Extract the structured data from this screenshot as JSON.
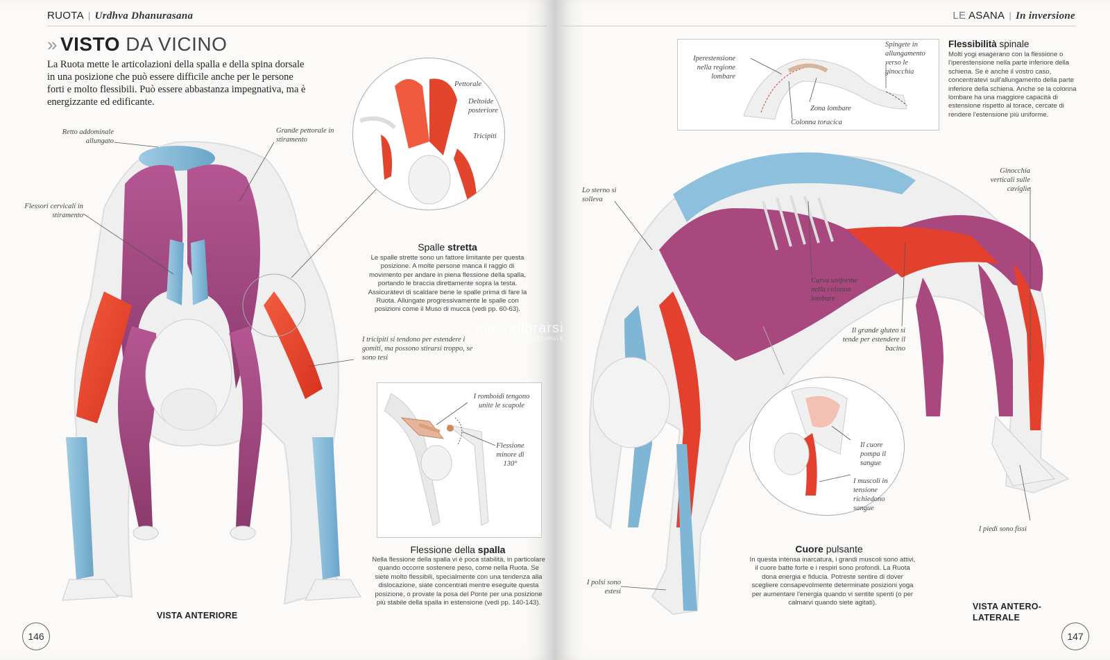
{
  "left": {
    "running_head": {
      "section": "RUOTA",
      "sanskrit": "Urdhva Dhanurasana"
    },
    "title": {
      "marker": "»",
      "bold": "VISTO",
      "light": "DA VICINO"
    },
    "intro": "La Ruota mette le articolazioni della spalla e della spina dorsale in una posizione che può essere difficile anche per le persone forti e molto flessibili. Può essere abbastanza impegnativa, ma è energizzante ed edificante.",
    "labels": {
      "retto": "Retto addominale allungato",
      "grande_pettorale": "Grande pettorale in stiramento",
      "flessori": "Flessori cervicali in stiramento",
      "pettorale": "Pettorale",
      "deltoide": "Deltoide posteriore",
      "tricipiti": "Tricipiti",
      "tricipiti_note": "I tricipiti si tendono per estendere i gomiti, ma possono stirarsi troppo, se sono tesi",
      "romboidi": "I romboidi tengono unite le scapole",
      "flessione_minore": "Flessione minore di 130°"
    },
    "spalle_box": {
      "head_light": "Spalle",
      "head_bold": "stretta",
      "text": "Le spalle strette sono un fattore limitante per questa posizione. A molte persone manca il raggio di movimento per andare in piena flessione della spalla, portando le braccia direttamente sopra la testa. Assicuratevi di scaldare bene le spalle prima di fare la Ruota. Allungate progressivamente le spalle con posizioni come il Muso di mucca (vedi pp. 60-63)."
    },
    "flessione_box": {
      "head_light": "Flessione della",
      "head_bold": "spalla",
      "text": "Nella flessione della spalla vi è poca stabilità, in particolare quando occorre sostenere peso, come nella Ruota. Se siete molto flessibili, specialmente con una tendenza alla dislocazione, siate concentrati mentre eseguite questa posizione, o provate la posa del Ponte per una posizione più stabile della spalla in estensione (vedi pp. 140-143)."
    },
    "caption": "VISTA ANTERIORE",
    "page_number": "146"
  },
  "right": {
    "running_head": {
      "section_light": "LE",
      "section": "ASANA",
      "sub": "In inversione"
    },
    "labels": {
      "iperestensione": "Iperestensione nella regione lombare",
      "spingete": "Spingete in allungamento verso le ginocchia",
      "zona_lombare": "Zona lombare",
      "colonna_toracica": "Colonna toracica",
      "sterno": "Lo sterno si solleva",
      "ginocchia": "Ginocchia verticali sulle caviglie",
      "curva": "Curva uniforme nella colonna lombare",
      "gluteo": "Il grande gluteo si tende per estendere il bacino",
      "cuore_pompa": "Il cuore pompa il sangue",
      "muscoli": "I muscoli in tensione richiedono sangue",
      "piedi": "I piedi sono fissi",
      "polsi": "I polsi sono estesi"
    },
    "flessibilita": {
      "head_bold": "Flessibilità",
      "head_light": "spinale",
      "text": "Molti yogi esagerano con la flessione o l'iperestensione nella parte inferiore della schiena. Se è anche il vostro caso, concentratevi sull'allungamento della parte inferiore della schiena. Anche se la colonna lombare ha una maggiore capacità di estensione rispetto al torace, cercate di rendere l'estensione più uniforme."
    },
    "cuore_box": {
      "head_bold": "Cuore",
      "head_light": "pulsante",
      "text": "In questa intensa inarcatura, i grandi muscoli sono attivi, il cuore batte forte e i respiri sono profondi. La Ruota dona energia e fiducia. Potreste sentire di dover scegliere consapevolmente determinate posizioni yoga per aumentare l'energia quando vi sentite spenti (o per calmarvi quando siete agitati)."
    },
    "caption_line1": "VISTA ANTERO-",
    "caption_line2": "LATERALE",
    "page_number": "147"
  },
  "watermark": {
    "brand": "macrolibrarsi",
    "tagline": "AUTOPRODUZIONE NATURALE"
  },
  "colors": {
    "muscle_purple": "#a5467f",
    "muscle_red": "#e8432f",
    "muscle_blue": "#7fb6d6",
    "bone": "#e9e9e9"
  }
}
